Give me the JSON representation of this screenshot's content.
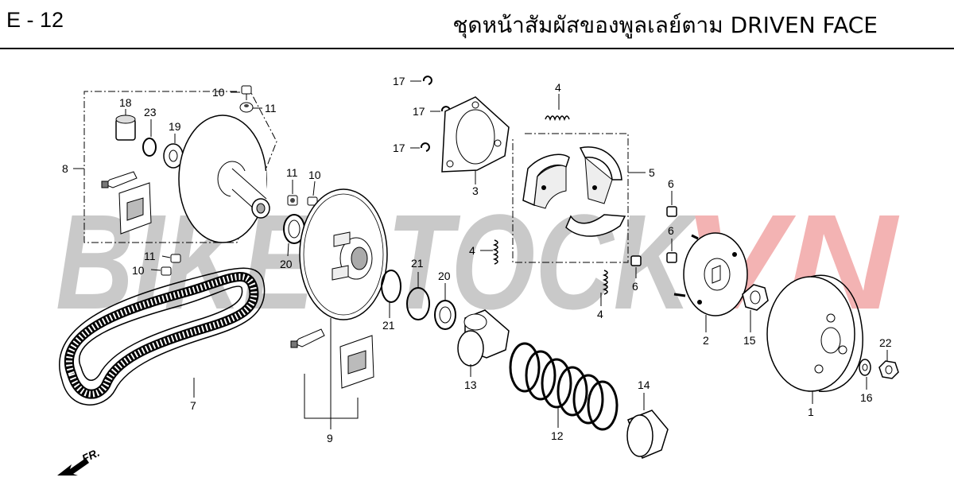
{
  "header": {
    "code": "E - 12",
    "title": "ชุดหน้าสัมผัสของพูลเลย์ตาม  DRIVEN FACE"
  },
  "watermark": {
    "part1": "BIKESTOCK",
    "part2": "VN",
    "color_gray": "#c9c9c9",
    "color_red": "#f3b3b3"
  },
  "direction_label": "FR.",
  "callouts": {
    "c1": "1",
    "c2": "2",
    "c3": "3",
    "c4a": "4",
    "c4b": "4",
    "c4c": "4",
    "c5": "5",
    "c6a": "6",
    "c6b": "6",
    "c6c": "6",
    "c7": "7",
    "c8": "8",
    "c9": "9",
    "c10a": "10",
    "c10b": "10",
    "c10c": "10",
    "c11a": "11",
    "c11b": "11",
    "c11c": "11",
    "c12": "12",
    "c13": "13",
    "c14": "14",
    "c15": "15",
    "c16": "16",
    "c17a": "17",
    "c17b": "17",
    "c17c": "17",
    "c18": "18",
    "c19": "19",
    "c20a": "20",
    "c20b": "20",
    "c21a": "21",
    "c21b": "21",
    "c22": "22",
    "c23": "23"
  }
}
